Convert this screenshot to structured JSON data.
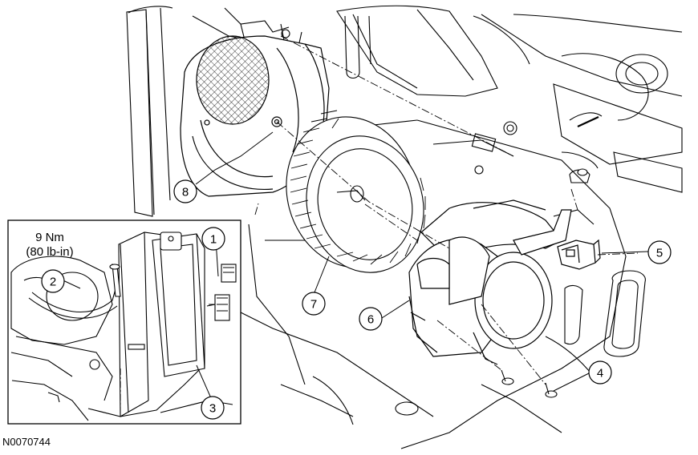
{
  "figure": {
    "id": "N0070744"
  },
  "torque": {
    "value": "9 Nm",
    "imperial": "(80 lb-in)"
  },
  "callouts": [
    "1",
    "2",
    "3",
    "4",
    "5",
    "6",
    "7",
    "8"
  ]
}
